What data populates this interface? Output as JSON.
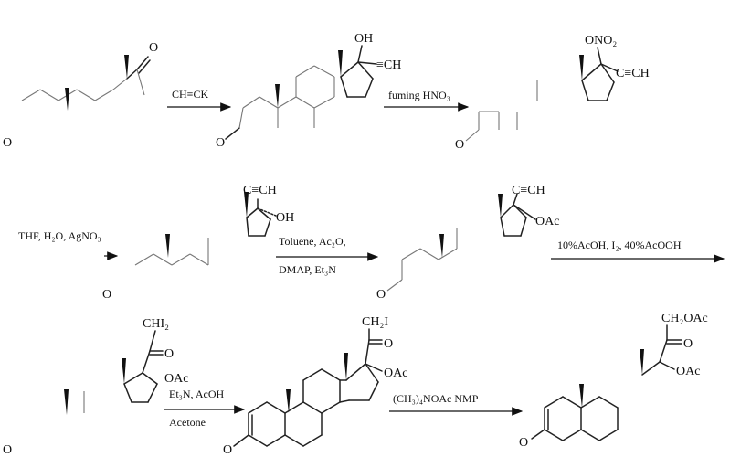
{
  "row1": {
    "reagent_1": "CH≡CK",
    "reagent_2": "fuming  HNO₃",
    "atoms": {
      "ketone_O_left": "O",
      "ketone_O_17": "O",
      "oxo_O_2": "O",
      "OH": "OH",
      "ethynyl_2": "≡CH",
      "oxo_O_3": "O",
      "ONO2": "ONO₂",
      "ethynyl_3": "C≡CH"
    }
  },
  "row2": {
    "reagent_3": "THF, H₂O, AgNO₃",
    "reagent_4_top": "Toluene, Ac₂O,",
    "reagent_4_bottom": "DMAP, Et₃N",
    "reagent_5": "10%AcOH, I₂, 40%AcOOH",
    "atoms": {
      "ethynyl_4": "C≡CH",
      "OH_4": "OH",
      "oxo_O_4": "O",
      "ethynyl_5": "C≡CH",
      "OAc_5": "OAc",
      "oxo_O_5": "O"
    }
  },
  "row3": {
    "reagent_6_top": "Et₃N, AcOH",
    "reagent_6_bottom": "Acetone",
    "reagent_7": "(CH₃)₄NOAc NMP",
    "atoms": {
      "oxo_O_6": "O",
      "CHI2": "CHI₂",
      "ketone_O_6": "O",
      "OAc_6": "OAc",
      "CH2I": "CH₂I",
      "ketone_O_7": "O",
      "OAc_7": "OAc",
      "oxo_O_7": "O",
      "CH2OAc": "CH₂OAc",
      "ketone_O_8": "O",
      "OAc_8": "OAc",
      "oxo_O_8": "O"
    }
  }
}
